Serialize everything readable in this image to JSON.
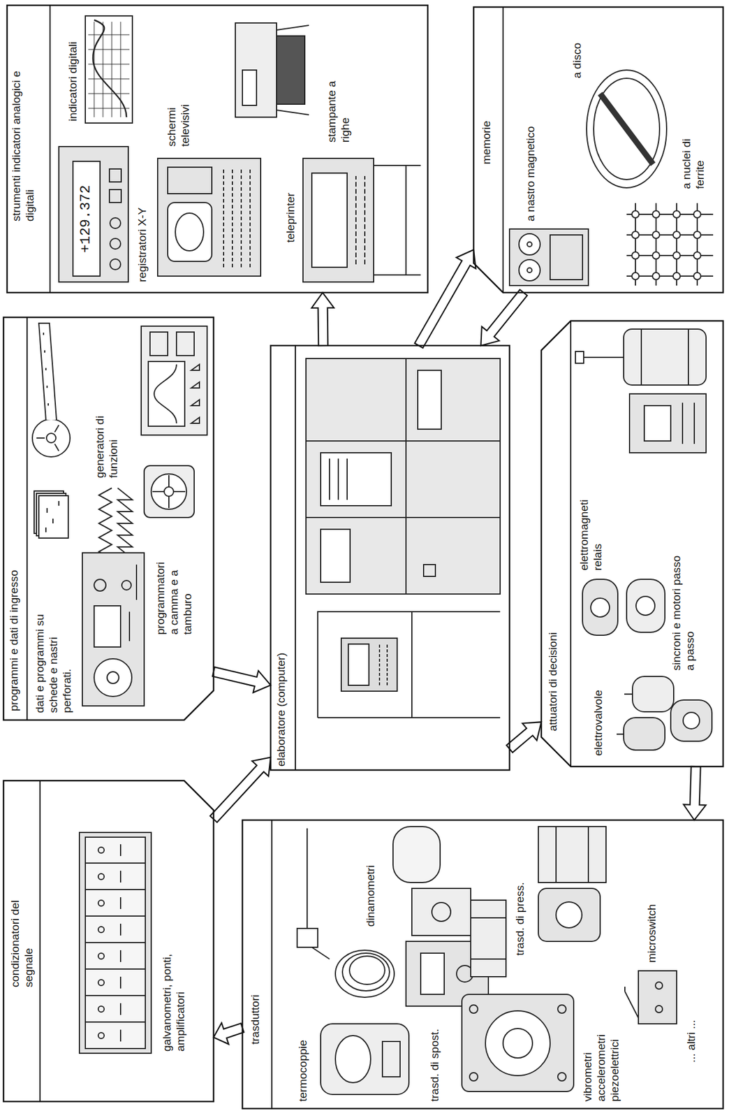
{
  "diagram": {
    "nodes": [
      {
        "text": [
          "condizionatori del segnale",
          "galvanometri, ponti, amplificatori"
        ]
      },
      {
        "text": [
          "programmi e dati di ingresso",
          "dati e programmi su schede e nastri perforati.",
          "generatori di funzioni",
          "programmatori a camma e a tamburo"
        ]
      },
      {
        "text": [
          "strumenti indicatori analogici e digitali",
          "indicatori digitali",
          "registratori X-Y",
          "schermi televisivi",
          "teleprinter",
          "stampante a righe"
        ]
      },
      {
        "text": [
          "elaboratore (computer)"
        ]
      },
      {
        "text": [
          "trasduttori",
          "termocoppie",
          "dinamometri",
          "trasd. di spost.",
          "trasd. di press.",
          "vibrometri accelerometri piezoelettrici",
          "microswitch",
          "... altri ..."
        ]
      },
      {
        "text": [
          "attuatori di decisioni",
          "elettrovalvole",
          "elettromagneti relais",
          "sincroni e motori passo a passo"
        ]
      },
      {
        "text": [
          "memorie",
          "a nastro magnetico",
          "a disco",
          "a nuclei di ferrite"
        ]
      }
    ],
    "edges": [
      {
        "from": 4,
        "to": 0,
        "arrow": "to"
      },
      {
        "from": 0,
        "to": 3,
        "arrow": "to"
      },
      {
        "from": 1,
        "to": 3,
        "arrow": "to"
      },
      {
        "from": 3,
        "to": 2,
        "arrow": "to"
      },
      {
        "from": 3,
        "to": 6,
        "arrow": "to"
      },
      {
        "from": 6,
        "to": 3,
        "arrow": "to"
      },
      {
        "from": 3,
        "to": 5,
        "arrow": "to"
      },
      {
        "from": 5,
        "to": 4,
        "arrow": "to"
      }
    ],
    "labels": [
      "+129.372"
    ]
  }
}
